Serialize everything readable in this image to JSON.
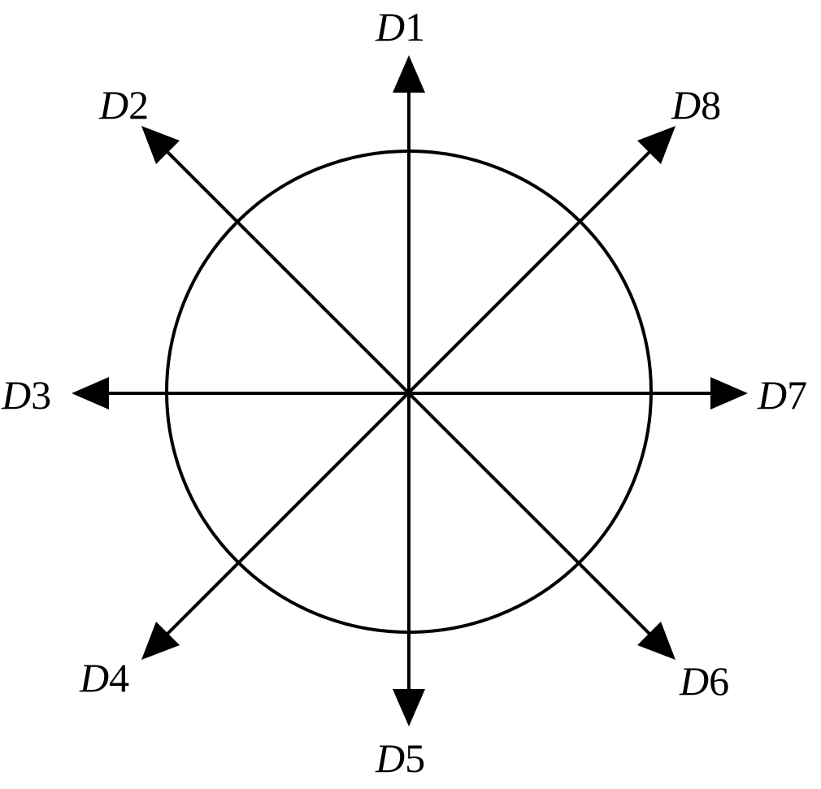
{
  "directions": [
    {
      "id": "D1",
      "letter": "D",
      "number": "1",
      "angle_deg": 90
    },
    {
      "id": "D2",
      "letter": "D",
      "number": "2",
      "angle_deg": 135
    },
    {
      "id": "D3",
      "letter": "D",
      "number": "3",
      "angle_deg": 180
    },
    {
      "id": "D4",
      "letter": "D",
      "number": "4",
      "angle_deg": 225
    },
    {
      "id": "D5",
      "letter": "D",
      "number": "5",
      "angle_deg": 270
    },
    {
      "id": "D6",
      "letter": "D",
      "number": "6",
      "angle_deg": 315
    },
    {
      "id": "D7",
      "letter": "D",
      "number": "7",
      "angle_deg": 0
    },
    {
      "id": "D8",
      "letter": "D",
      "number": "8",
      "angle_deg": 45
    }
  ],
  "colors": {
    "line": "#000000",
    "background": "#ffffff"
  }
}
